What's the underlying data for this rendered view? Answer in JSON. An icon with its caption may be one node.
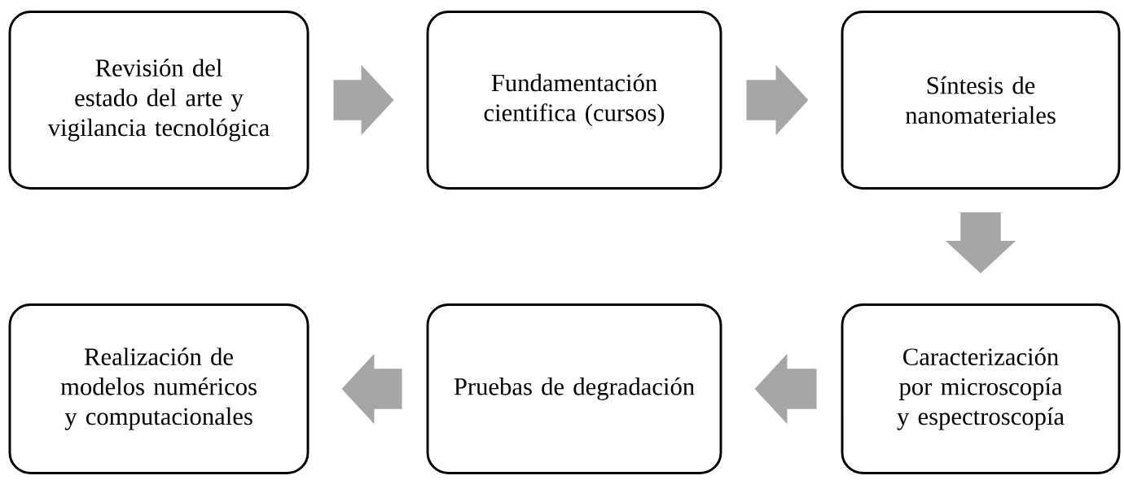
{
  "diagram": {
    "nodes": [
      {
        "text": [
          "Revisión del estado del arte y vigilancia tecnológica"
        ]
      },
      {
        "text": [
          "Fundamentación cientifica (cursos)"
        ]
      },
      {
        "text": [
          "Síntesis de nanomateriales"
        ]
      },
      {
        "text": [
          "Caracterización por microscopía y espectroscopía"
        ]
      },
      {
        "text": [
          "Pruebas de degradación"
        ]
      },
      {
        "text": [
          "Realización de modelos numéricos y computacionales"
        ]
      }
    ],
    "edges": [
      {
        "from": 0,
        "to": 1,
        "arrow": "to"
      },
      {
        "from": 1,
        "to": 2,
        "arrow": "to"
      },
      {
        "from": 2,
        "to": 3,
        "arrow": "to"
      },
      {
        "from": 3,
        "to": 4,
        "arrow": "to"
      },
      {
        "from": 4,
        "to": 5,
        "arrow": "to"
      }
    ]
  }
}
